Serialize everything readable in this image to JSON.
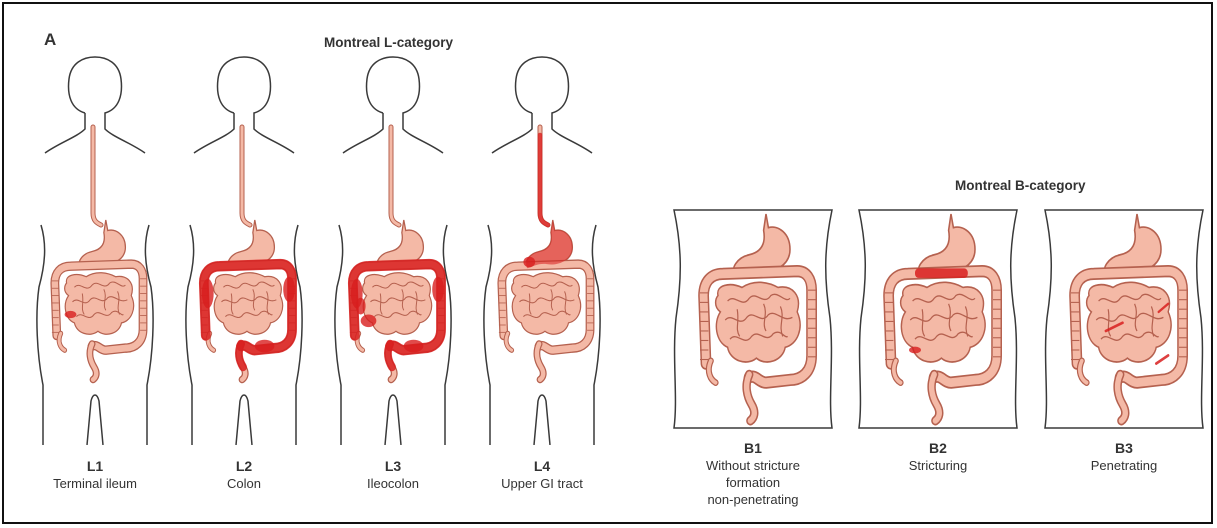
{
  "panel_letter": "A",
  "l_category": {
    "title": "Montreal L-category",
    "items": [
      {
        "code": "L1",
        "label": "Terminal ileum",
        "highlight": "terminal-ileum"
      },
      {
        "code": "L2",
        "label": "Colon",
        "highlight": "colon"
      },
      {
        "code": "L3",
        "label": "Ileocolon",
        "highlight": "ileocolon"
      },
      {
        "code": "L4",
        "label": "Upper GI tract",
        "highlight": "upper-gi"
      }
    ]
  },
  "b_category": {
    "title": "Montreal B-category",
    "items": [
      {
        "code": "B1",
        "label_lines": [
          "Without stricture",
          "formation",
          "non-penetrating"
        ],
        "highlight": "none"
      },
      {
        "code": "B2",
        "label_lines": [
          "Stricturing"
        ],
        "highlight": "stricture"
      },
      {
        "code": "B3",
        "label_lines": [
          "Penetrating"
        ],
        "highlight": "penetrating"
      }
    ]
  },
  "colors": {
    "outline": "#3a3a3a",
    "organ_fill": "#f4b9a6",
    "organ_stroke": "#b5614f",
    "disease_red": "#d81e1e",
    "frame": "#111111"
  }
}
